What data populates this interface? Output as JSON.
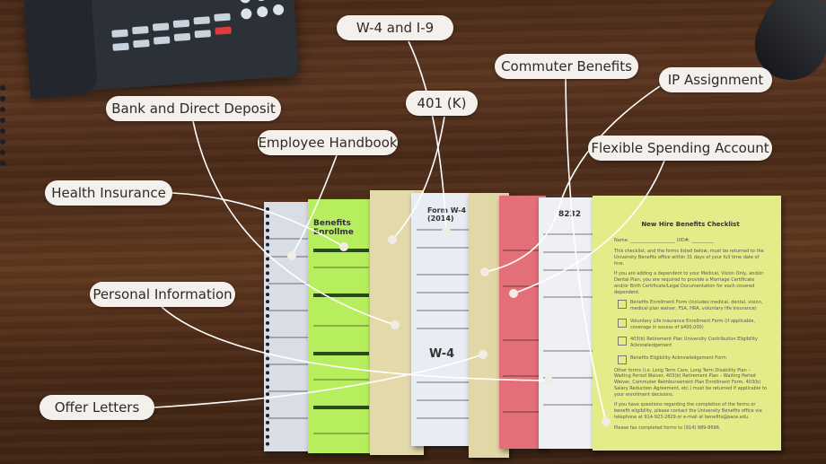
{
  "labels": {
    "w4_i9": "W-4 and I-9",
    "k401": "401 (K)",
    "commuter": "Commuter Benefits",
    "ip": "IP Assignment",
    "bank": "Bank and Direct Deposit",
    "handbook": "Employee Handbook",
    "fsa": "Flexible Spending Account",
    "health": "Health Insurance",
    "personal": "Personal Information",
    "offer": "Offer Letters"
  },
  "documents": {
    "benefits_enrollment_title": "Benefits Enrollme",
    "w4_title": "Form W-4 (2014)",
    "w4_big": "W-4",
    "form_number": "8232",
    "checklist": {
      "title": "New Hire Benefits Checklist",
      "name_field": "Name:",
      "id_field": "UID#:",
      "intro": "This checklist, and the forms listed below, must be returned to the University Benefits office within 31 days of your full time date of hire.",
      "dependent_note": "If you are adding a dependent to your Medical, Vision Only, and/or Dental Plan, you are required to provide a Marriage Certificate and/or Birth Certificate/Legal Documentation for each covered dependent.",
      "items": [
        "Benefits Enrollment Form (includes medical, dental, vision, medical plan waiver, FSA, HRA, voluntary life insurance)",
        "Voluntary Life Insurance Enrollment Form (if applicable, coverage in excess of $400,000)",
        "403(b) Retirement Plan University Contribution Eligibility Acknowledgement",
        "Benefits Eligibility Acknowledgement Form"
      ],
      "other_forms": "Other forms (i.e. Long Term Care, Long Term Disability Plan – Waiting Period Waiver, 403(b) Retirement Plan – Waiting Period Waiver, Commuter Reimbursement Plan Enrollment Form, 403(b) Salary Reduction Agreement, etc.) must be returned if applicable to your enrollment decisions.",
      "questions": "If you have questions regarding the completion of the forms or benefit eligibility, please contact the University Benefits office via telephone at 914-923-2829 or e-mail at benefits@pace.edu.",
      "fax": "Please fax completed forms to (914) 989-8696."
    }
  },
  "colors": {
    "label_bg": "#f4f1ec",
    "line": "#ffffff",
    "green": "#b6ee5e",
    "yellow": "#e4ec8a",
    "pink": "#e56f78",
    "tan": "#e4d9ab"
  }
}
